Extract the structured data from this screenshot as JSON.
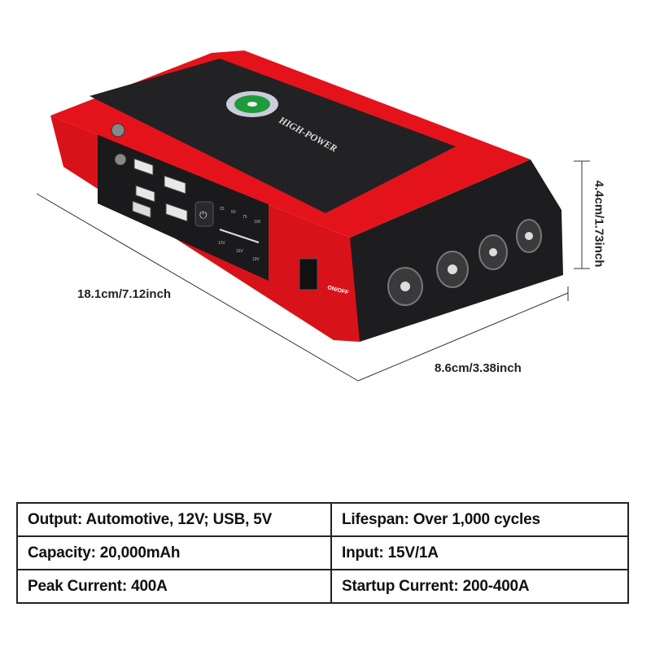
{
  "product": {
    "brand_text": "HIGH-POWER",
    "switch_label": "ON/OFF",
    "battery_levels": [
      "25",
      "50",
      "75",
      "100"
    ],
    "voltage_labels": [
      "12V",
      "16V",
      "19V"
    ],
    "colors": {
      "body": "#1c1c1e",
      "accent": "#e4131b"
    }
  },
  "dimensions": {
    "length": "18.1cm/7.12inch",
    "width": "8.6cm/3.38inch",
    "height": "4.4cm/1.73inch"
  },
  "specs": [
    [
      "Output: Automotive, 12V; USB, 5V",
      "Lifespan: Over 1,000 cycles"
    ],
    [
      "Capacity: 20,000mAh",
      "Input: 15V/1A"
    ],
    [
      "Peak Current: 400A",
      "Startup Current: 200-400A"
    ]
  ]
}
